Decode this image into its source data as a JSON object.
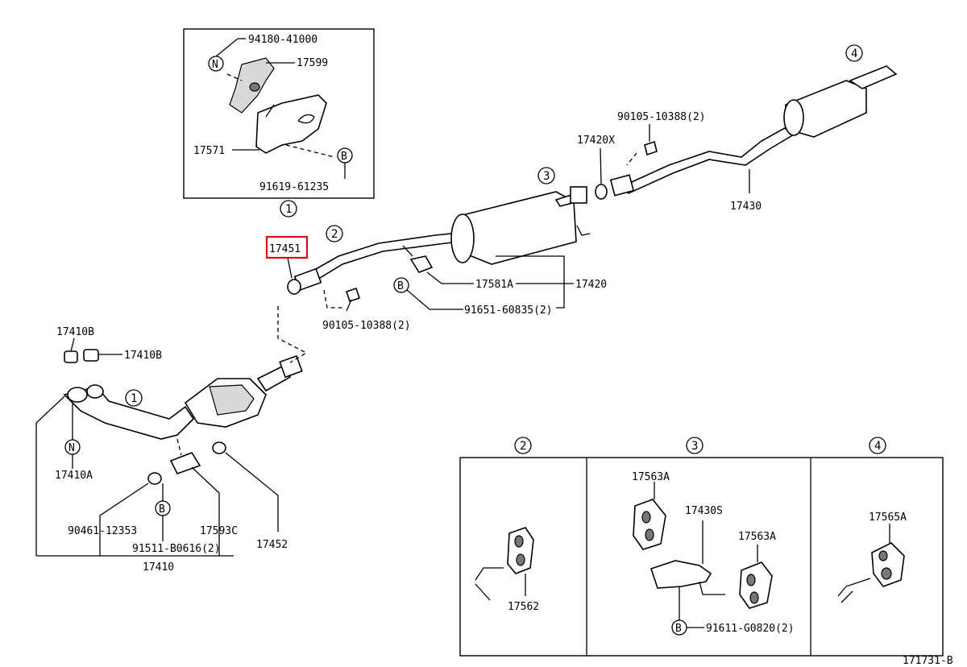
{
  "diagram_ref": "171731-B",
  "highlighted_part": "17451",
  "circle_markers": {
    "one": "1",
    "two": "2",
    "three": "3",
    "four": "4"
  },
  "letter_markers": {
    "n": "N",
    "b": "B"
  },
  "parts": {
    "p94180": "94180-41000",
    "p17599": "17599",
    "p17571": "17571",
    "p91619": "91619-61235",
    "p17451": "17451",
    "p90105a": "90105-10388(2)",
    "p90105b": "90105-10388(2)",
    "p17420X": "17420X",
    "p17430": "17430",
    "p17581A": "17581A",
    "p17420": "17420",
    "p91651": "91651-60835(2)",
    "p17410B_a": "17410B",
    "p17410B_b": "17410B",
    "p17410A": "17410A",
    "p90461": "90461-12353",
    "p17593C": "17593C",
    "p91511": "91511-B0616(2)",
    "p17452": "17452",
    "p17410": "17410",
    "p17562": "17562",
    "p17563A_a": "17563A",
    "p17430S": "17430S",
    "p17563A_b": "17563A",
    "p91611": "91611-G0820(2)",
    "p17565A": "17565A"
  }
}
